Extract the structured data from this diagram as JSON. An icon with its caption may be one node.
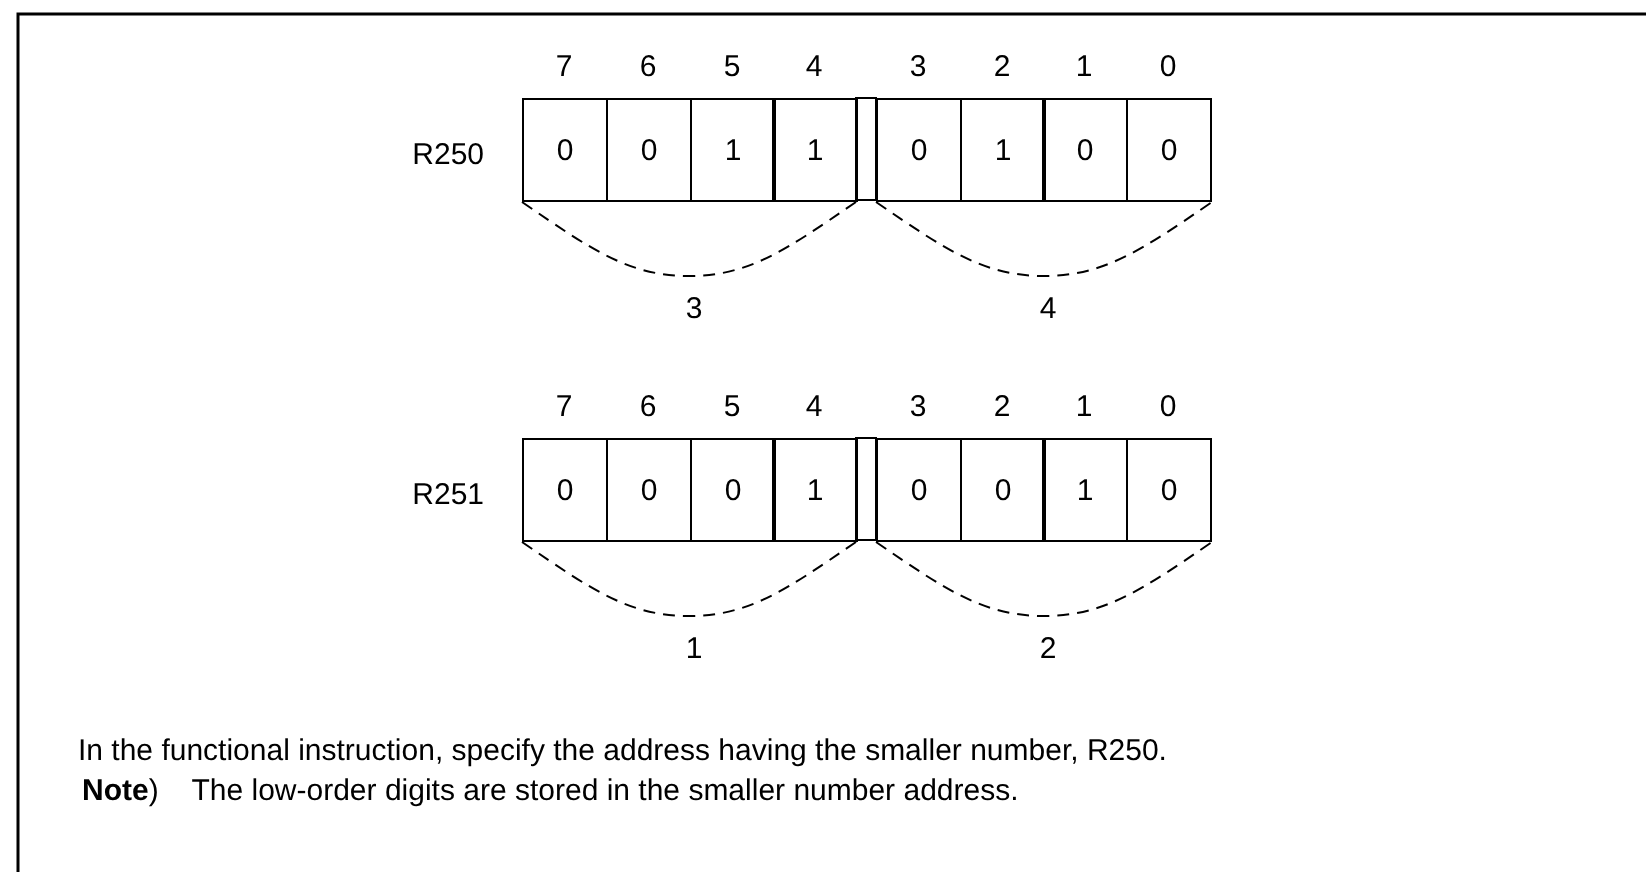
{
  "diagram": {
    "labels": [
      "7",
      "6",
      "5",
      "4",
      "3",
      "2",
      "1",
      "0",
      "R250",
      "0",
      "0",
      "1",
      "1",
      "0",
      "1",
      "0",
      "0",
      "3",
      "4",
      "7",
      "6",
      "5",
      "4",
      "3",
      "2",
      "1",
      "0",
      "R251",
      "0",
      "0",
      "0",
      "1",
      "0",
      "0",
      "1",
      "0",
      "1",
      "2",
      "In the functional instruction, specify the address having the smaller number, R250.",
      "**Note**)    The low-order digits are stored in the smaller number address."
    ]
  }
}
